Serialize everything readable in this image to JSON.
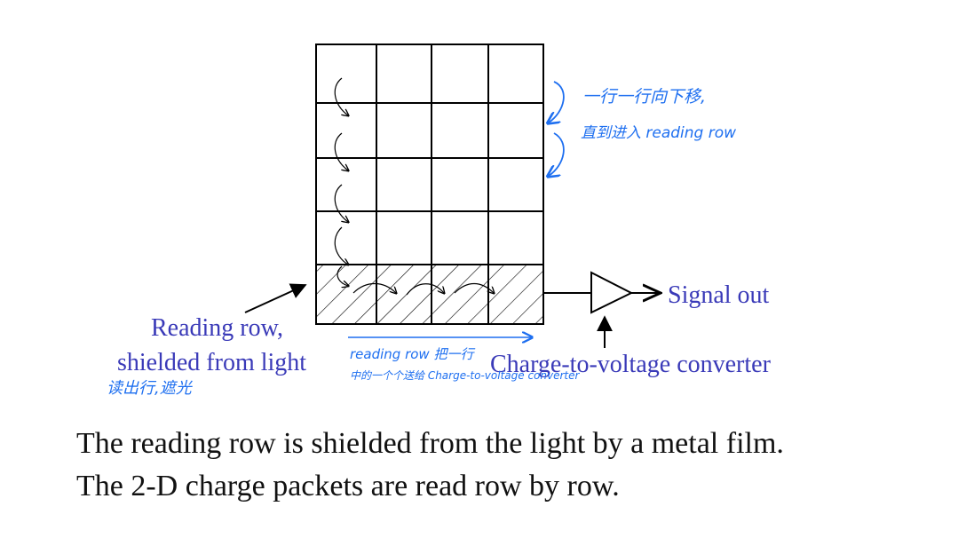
{
  "colors": {
    "label": "#3a3ab8",
    "annotation": "#1e6ff0",
    "ink": "#000000",
    "caption": "#111111"
  },
  "grid": {
    "rows": 5,
    "cols": 4,
    "shielded_row": "bottom"
  },
  "labels": {
    "signal_out": "Signal out",
    "reading_row_line1": "Reading row,",
    "reading_row_line2": "shielded from light",
    "converter": "Charge-to-voltage converter"
  },
  "annotations": {
    "top_line1": "一行一行向下移,",
    "top_line2": "直到进入 reading row",
    "bottom_line1": "reading row 把一行",
    "bottom_line2": "中的一个个送给 Charge-to-voltage converter",
    "left": "读出行,遮光"
  },
  "caption": {
    "line1": "The reading row is shielded from the light by a metal film.",
    "line2": "The 2-D charge packets are read row by row."
  }
}
